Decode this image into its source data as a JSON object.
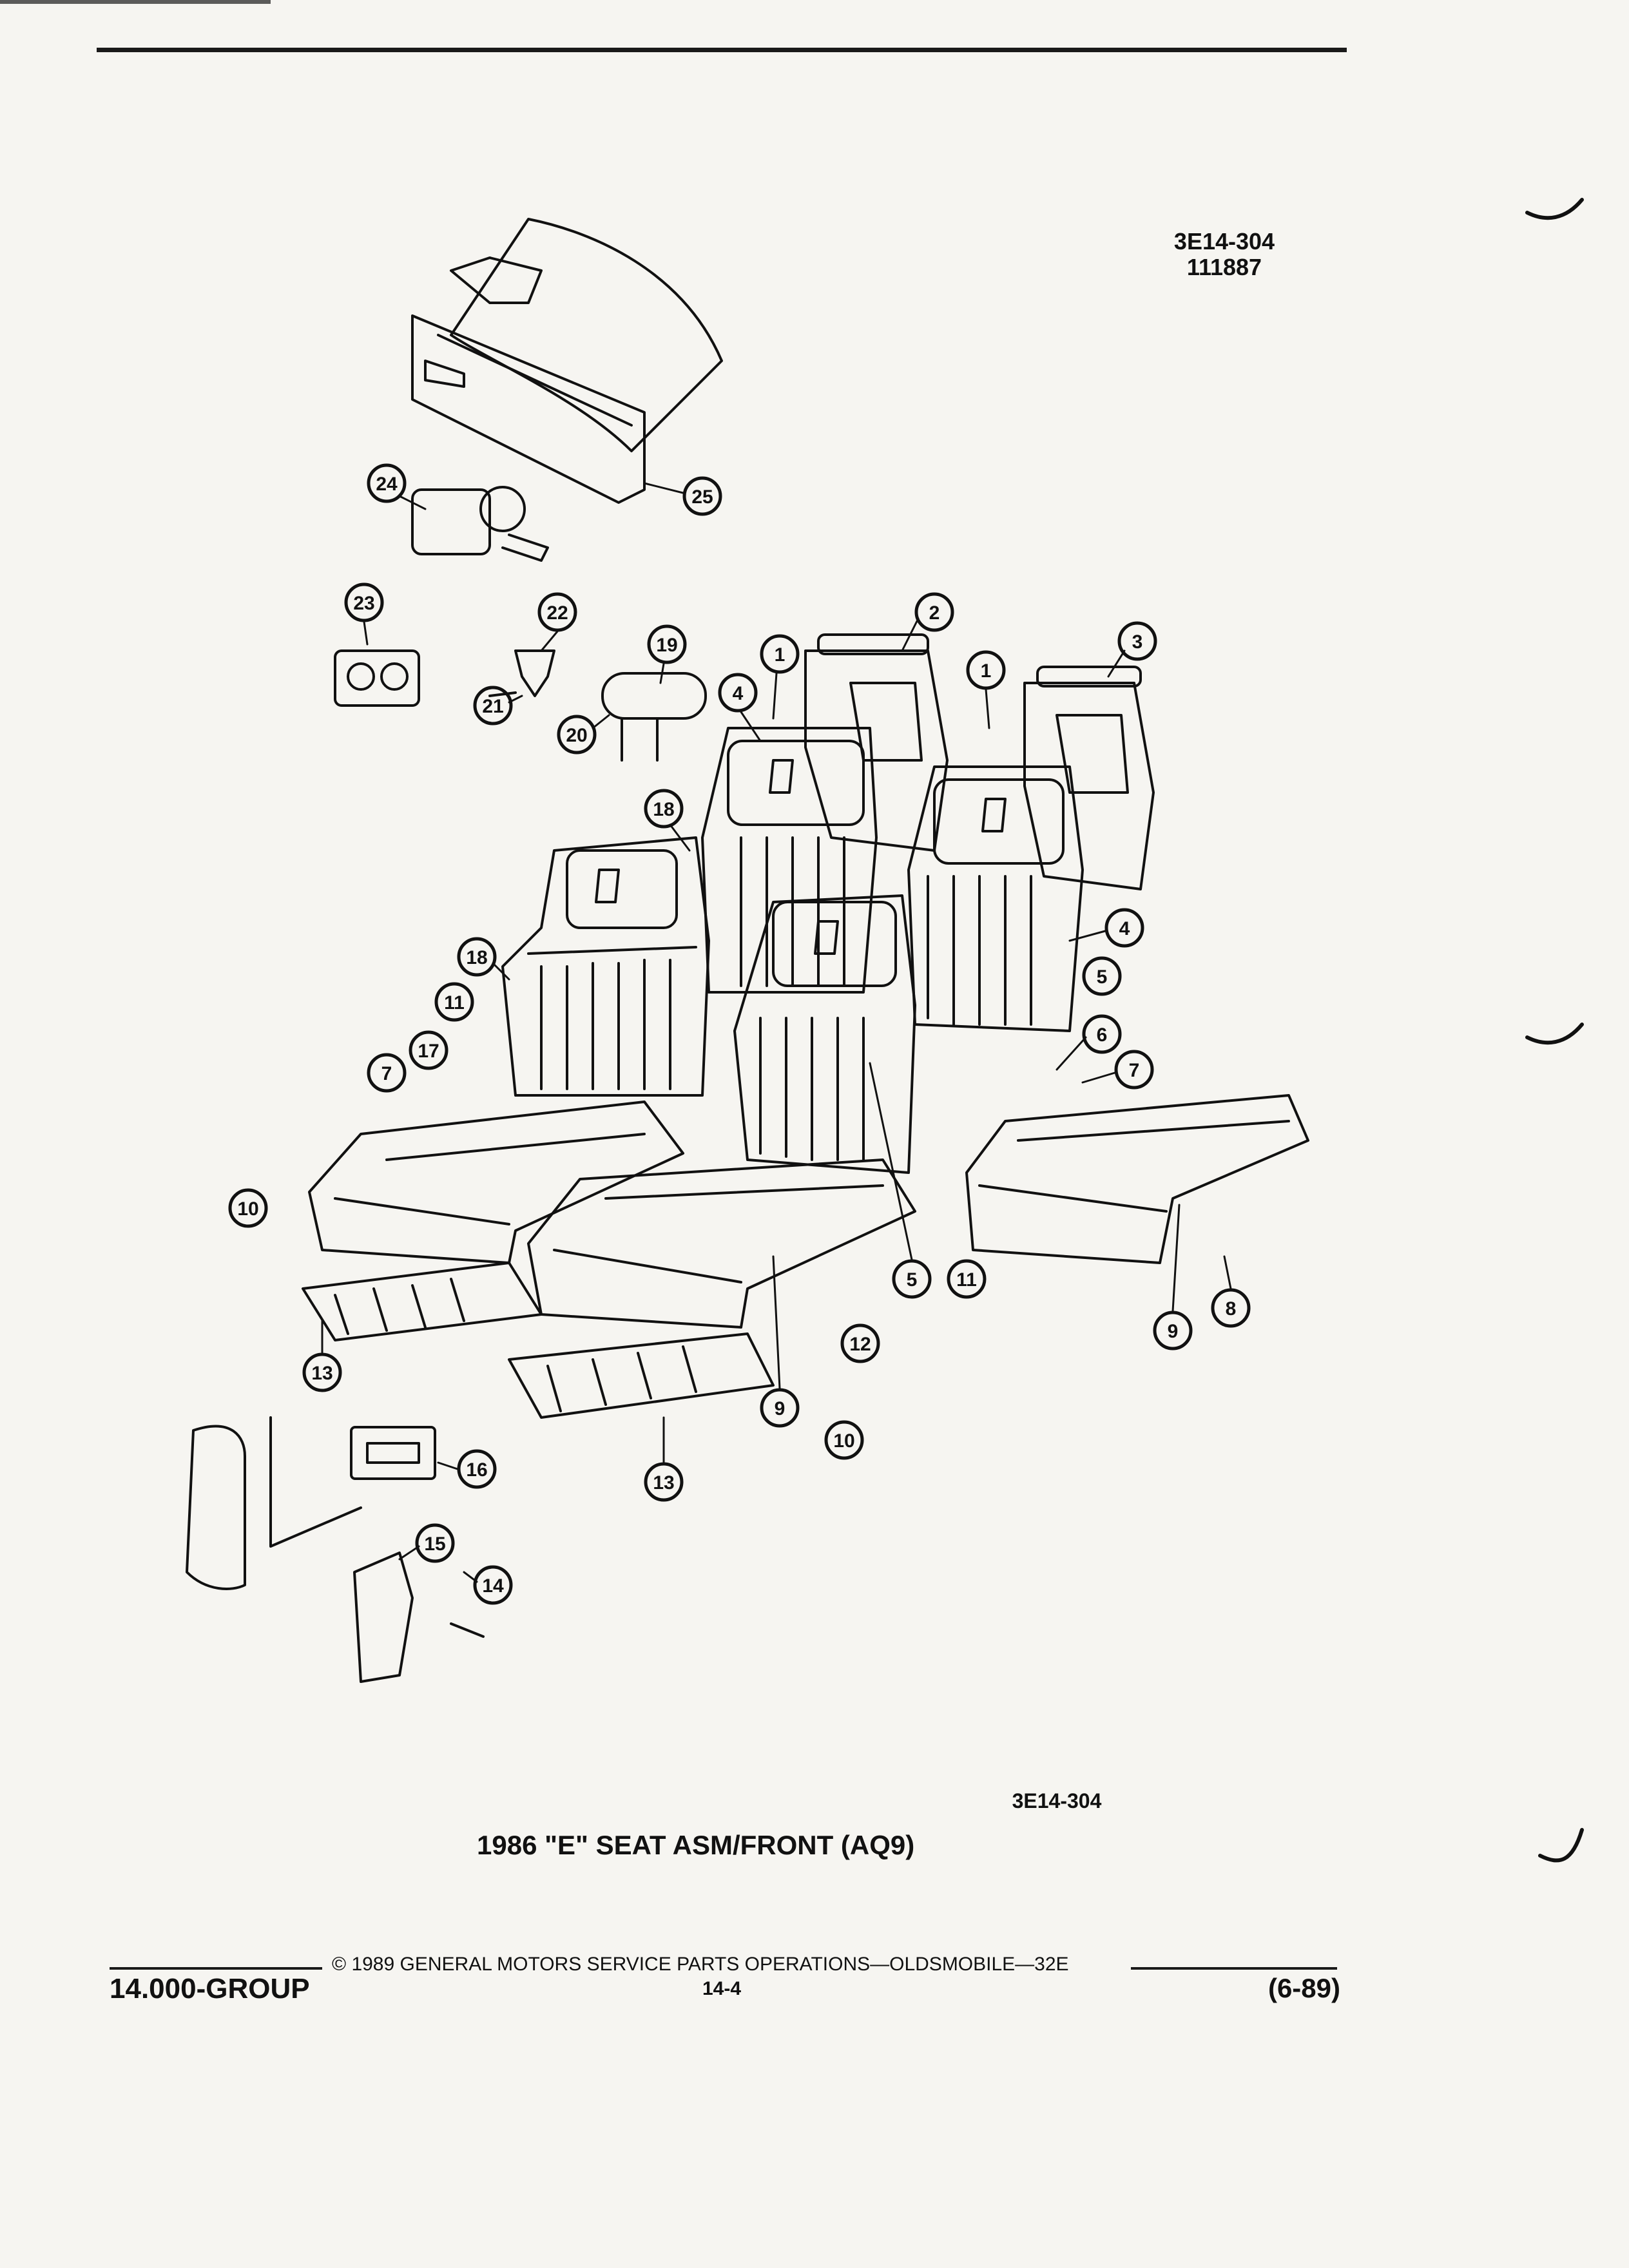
{
  "document": {
    "ref_code": "3E14-304",
    "ref_number": "111887",
    "figure_code": "3E14-304",
    "caption": "1986 \"E\" SEAT ASM/FRONT (AQ9)",
    "footer": {
      "group": "14.000-GROUP",
      "copyright": "© 1989 GENERAL MOTORS SERVICE PARTS OPERATIONS—OLDSMOBILE—32E",
      "page": "14-4",
      "date": "(6-89)"
    }
  },
  "callouts": [
    "1",
    "1",
    "2",
    "3",
    "4",
    "4",
    "5",
    "5",
    "6",
    "7",
    "7",
    "8",
    "9",
    "9",
    "10",
    "10",
    "11",
    "11",
    "12",
    "13",
    "13",
    "14",
    "15",
    "16",
    "17",
    "18",
    "18",
    "19",
    "20",
    "21",
    "22",
    "23",
    "24",
    "25"
  ],
  "colors": {
    "ink": "#111111",
    "paper": "#f6f5f1"
  }
}
